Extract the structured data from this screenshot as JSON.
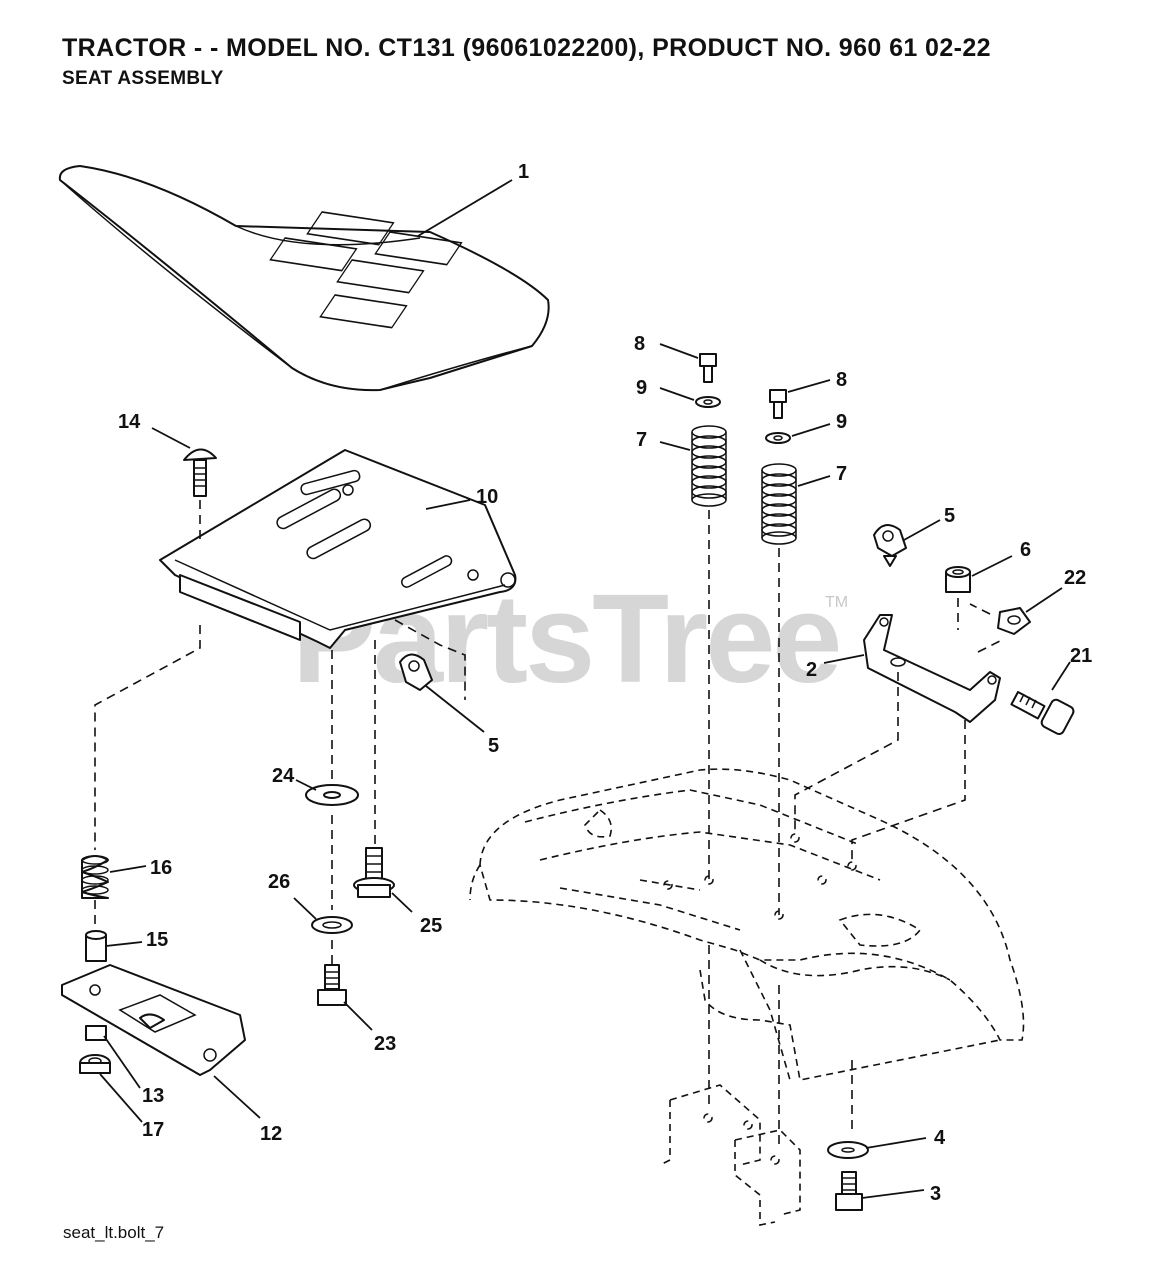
{
  "header": {
    "title": "TRACTOR - - MODEL NO. CT131 (96061022200), PRODUCT NO. 960 61 02-22",
    "subtitle": "SEAT ASSEMBLY"
  },
  "watermark": {
    "text": "PartsTree",
    "tm": "TM"
  },
  "footer": {
    "code": "seat_lt.bolt_7"
  },
  "callouts": {
    "seat": "1",
    "seat_pan": "10",
    "carriage_bolt": "14",
    "clip_left": "5",
    "flat_washer_24": "24",
    "shoulder_bolt_25": "25",
    "lock_washer_26": "26",
    "hex_bolt_23": "23",
    "spring_16": "16",
    "spacer_15": "15",
    "hinge_plate_12": "12",
    "locknut_13": "13",
    "nut_17": "17",
    "bolt_8_left": "8",
    "bolt_8_right": "8",
    "washer_9_left": "9",
    "washer_9_right": "9",
    "spring_7_left": "7",
    "spring_7_right": "7",
    "clip_right": "5",
    "nut_6": "6",
    "nut_22": "22",
    "bracket_2": "2",
    "knob_bolt_21": "21",
    "washer_4": "4",
    "bolt_3": "3"
  }
}
